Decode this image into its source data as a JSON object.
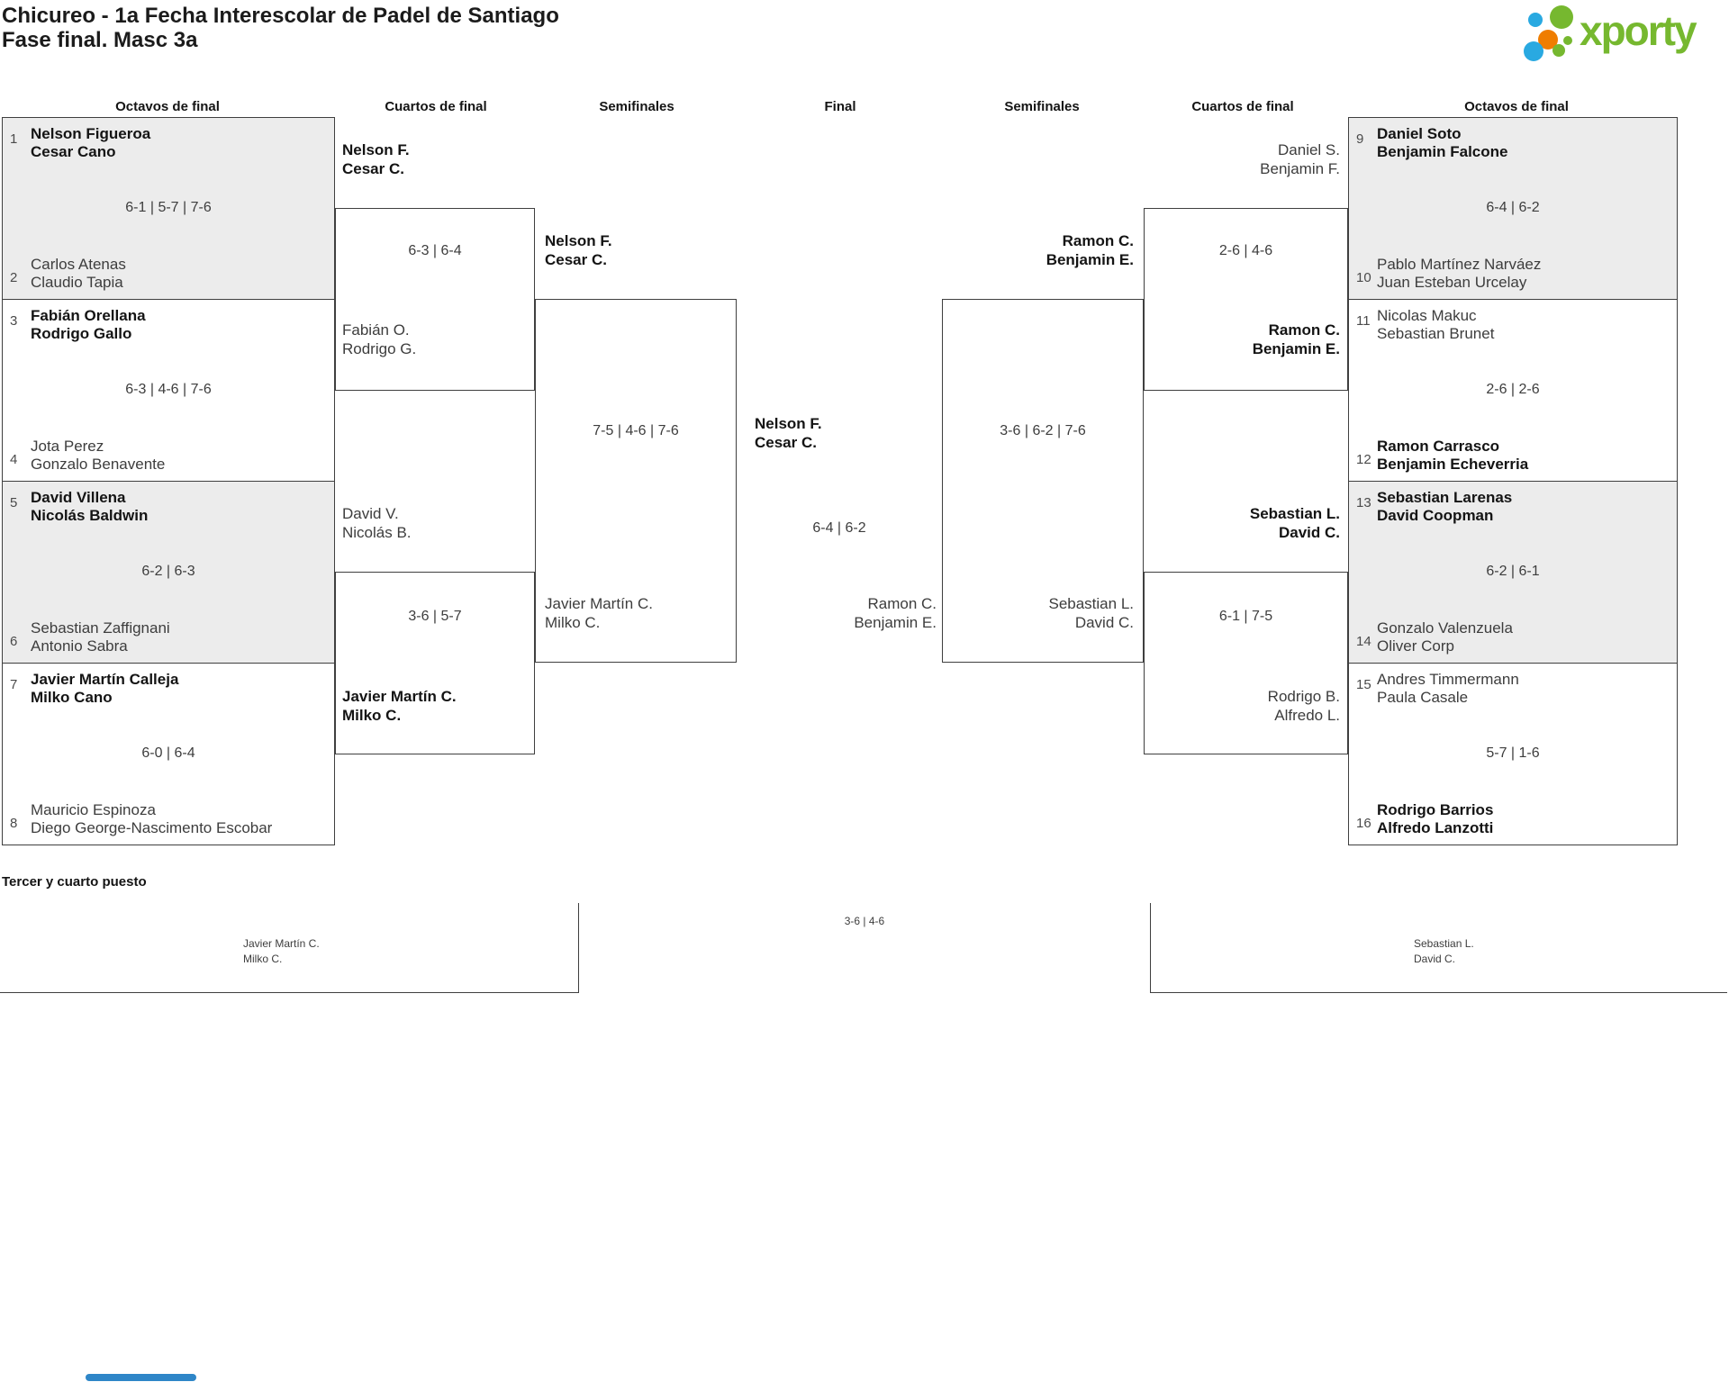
{
  "header": {
    "title_line1": "Chicureo - 1a Fecha Interescolar de Padel de Santiago",
    "title_line2": "Fase final. Masc 3a",
    "logo": {
      "text": "xporty",
      "green": "#76b82f",
      "blue": "#29a9e1",
      "orange": "#ef7d00"
    }
  },
  "round_headers": {
    "left_r16": "Octavos de final",
    "left_qf": "Cuartos de final",
    "left_sf": "Semifinales",
    "final": "Final",
    "right_sf": "Semifinales",
    "right_qf": "Cuartos de final",
    "right_r16": "Octavos de final"
  },
  "r16": [
    {
      "seed_top": "1",
      "top1": "Nelson Figueroa",
      "top2": "Cesar Cano",
      "score": "6-1 | 5-7 | 7-6",
      "seed_bot": "2",
      "bot1": "Carlos Atenas",
      "bot2": "Claudio Tapia",
      "winner": "top"
    },
    {
      "seed_top": "3",
      "top1": "Fabián Orellana",
      "top2": "Rodrigo Gallo",
      "score": "6-3 | 4-6 | 7-6",
      "seed_bot": "4",
      "bot1": "Jota Perez",
      "bot2": "Gonzalo Benavente",
      "winner": "top"
    },
    {
      "seed_top": "5",
      "top1": "David Villena",
      "top2": "Nicolás Baldwin",
      "score": "6-2 | 6-3",
      "seed_bot": "6",
      "bot1": "Sebastian Zaffignani",
      "bot2": "Antonio Sabra",
      "winner": "top"
    },
    {
      "seed_top": "7",
      "top1": "Javier Martín Calleja",
      "top2": "Milko Cano",
      "score": "6-0 | 6-4",
      "seed_bot": "8",
      "bot1": "Mauricio Espinoza",
      "bot2": "Diego George-Nascimento Escobar",
      "winner": "top"
    },
    {
      "seed_top": "9",
      "top1": "Daniel Soto",
      "top2": "Benjamin Falcone",
      "score": "6-4 | 6-2",
      "seed_bot": "10",
      "bot1": "Pablo Martínez Narváez",
      "bot2": "Juan Esteban Urcelay",
      "winner": "top"
    },
    {
      "seed_top": "11",
      "top1": "Nicolas Makuc",
      "top2": "Sebastian Brunet",
      "score": "2-6 | 2-6",
      "seed_bot": "12",
      "bot1": "Ramon Carrasco",
      "bot2": "Benjamin Echeverria",
      "winner": "bottom"
    },
    {
      "seed_top": "13",
      "top1": "Sebastian Larenas",
      "top2": "David Coopman",
      "score": "6-2 | 6-1",
      "seed_bot": "14",
      "bot1": "Gonzalo Valenzuela",
      "bot2": "Oliver Corp",
      "winner": "top"
    },
    {
      "seed_top": "15",
      "top1": "Andres Timmermann",
      "top2": "Paula Casale",
      "score": "5-7 | 1-6",
      "seed_bot": "16",
      "bot1": "Rodrigo Barrios",
      "bot2": "Alfredo Lanzotti",
      "winner": "bottom"
    }
  ],
  "qf": [
    {
      "top1": "Nelson F.",
      "top2": "Cesar C.",
      "score": "6-3 | 6-4",
      "bot1": "Fabián O.",
      "bot2": "Rodrigo G.",
      "winner": "top"
    },
    {
      "top1": "David V.",
      "top2": "Nicolás B.",
      "score": "3-6 | 5-7",
      "bot1": "Javier Martín C.",
      "bot2": "Milko C.",
      "winner": "bottom"
    },
    {
      "top1": "Daniel S.",
      "top2": "Benjamin F.",
      "score": "2-6 | 4-6",
      "bot1": "Ramon C.",
      "bot2": "Benjamin E.",
      "winner": "bottom"
    },
    {
      "top1": "Sebastian L.",
      "top2": "David C.",
      "score": "6-1 | 7-5",
      "bot1": "Rodrigo B.",
      "bot2": "Alfredo L.",
      "winner": "top"
    }
  ],
  "sf": [
    {
      "top1": "Nelson F.",
      "top2": "Cesar C.",
      "score": "7-5 | 4-6 | 7-6",
      "bot1": "Javier Martín C.",
      "bot2": "Milko C.",
      "winner": "top"
    },
    {
      "top1": "Ramon C.",
      "top2": "Benjamin E.",
      "score": "3-6 | 6-2 | 7-6",
      "bot1": "Sebastian L.",
      "bot2": "David C.",
      "winner": "top"
    }
  ],
  "final": {
    "top1": "Nelson F.",
    "top2": "Cesar C.",
    "score": "6-4 | 6-2",
    "bot1": "Ramon C.",
    "bot2": "Benjamin E.",
    "winner": "top"
  },
  "third_place": {
    "heading": "Tercer y cuarto puesto",
    "left1": "Javier Martín C.",
    "left2": "Milko C.",
    "score": "3-6 | 4-6",
    "right1": "Sebastian L.",
    "right2": "David C."
  }
}
